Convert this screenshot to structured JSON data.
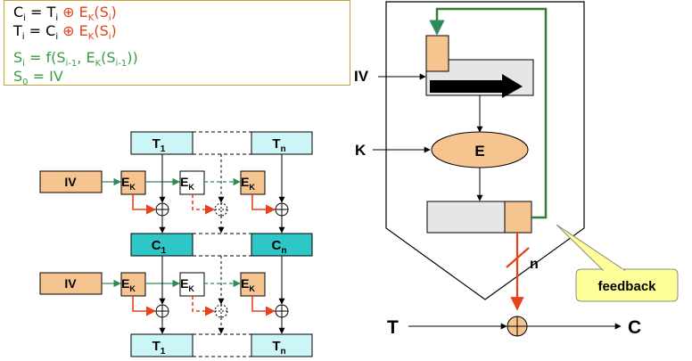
{
  "equations": {
    "line1": {
      "lhs": "C",
      "lhs_sub": "i",
      "eq": " = ",
      "t": "T",
      "t_sub": "i",
      "op": " ⊕ ",
      "ek": "E",
      "ek_sub": "K",
      "arg_open": "(S",
      "arg_sub": "i",
      "arg_close": ")"
    },
    "line2": {
      "lhs": "T",
      "lhs_sub": "i",
      "eq": " = ",
      "t": "C",
      "t_sub": "i",
      "op": " ⊕ ",
      "ek": "E",
      "ek_sub": "K",
      "arg_open": "(S",
      "arg_sub": "i",
      "arg_close": ")"
    },
    "line3": {
      "lhs": "S",
      "lhs_sub": "i",
      "eq": "  = f(S",
      "s_sub": "i-1",
      "mid": ", E",
      "ek_sub": "K",
      "arg_open": "(S",
      "arg_sub": "i-1",
      "arg_close": "))"
    },
    "line4": {
      "lhs": "S",
      "lhs_sub": "0",
      "rest": "  = IV"
    }
  },
  "left_diagram": {
    "top_T1": "T",
    "top_T1_sub": "1",
    "top_Tn": "T",
    "top_Tn_sub": "n",
    "iv_top": "IV",
    "iv_bottom": "IV",
    "ek": "E",
    "ek_sub": "K",
    "c1": "C",
    "c1_sub": "1",
    "cn": "C",
    "cn_sub": "n",
    "bot_T1": "T",
    "bot_T1_sub": "1",
    "bot_Tn": "T",
    "bot_Tn_sub": "n"
  },
  "right_diagram": {
    "iv_label": "IV",
    "k_label": "K",
    "e_label": "E",
    "n_label": "n",
    "feedback_label": "feedback",
    "t_label": "T",
    "c_label": "C"
  },
  "colors": {
    "orange_fill": "#f6c48f",
    "cyan_fill": "#ccf5f8",
    "teal_fill": "#2ec6c6",
    "green_arrow": "#2e8b57",
    "red_arrow": "#e8421c",
    "callout_fill": "#ffff99"
  }
}
